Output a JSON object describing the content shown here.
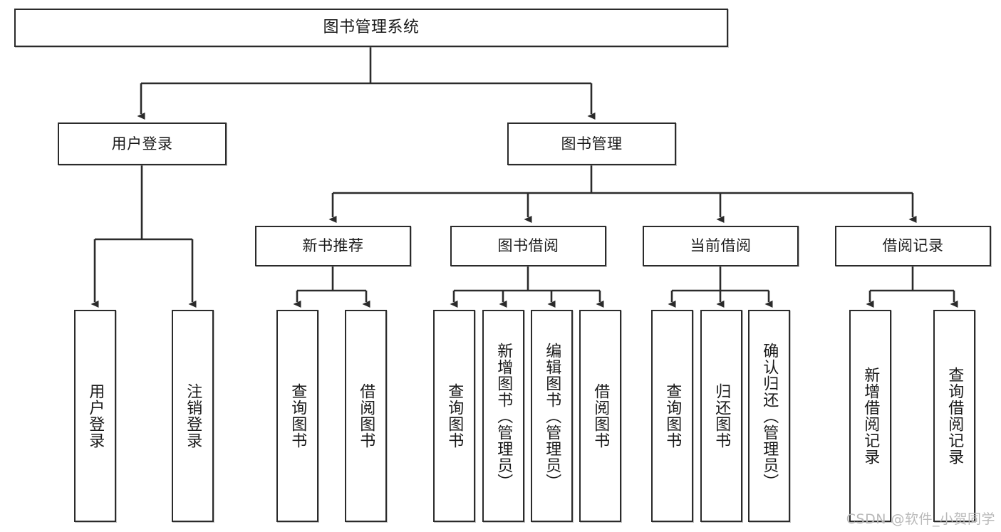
{
  "diagram": {
    "title": "图书管理系统",
    "type": "tree",
    "watermark": "CSDN @软件_小贺同学",
    "colors": {
      "stroke": "#2b2b2b",
      "fill": "#ffffff",
      "text": "#1a1a1a",
      "watermark": "#b9b9b9"
    },
    "nodes": {
      "root": {
        "label": "图书管理系统"
      },
      "level2": [
        {
          "label": "用户登录"
        },
        {
          "label": "图书管理"
        }
      ],
      "level3": [
        {
          "label": "新书推荐"
        },
        {
          "label": "图书借阅"
        },
        {
          "label": "当前借阅"
        },
        {
          "label": "借阅记录"
        }
      ],
      "leaves_user_login": [
        {
          "label": "用户登录"
        },
        {
          "label": "注销登录"
        }
      ],
      "leaves_new_book": [
        {
          "label": "查询图书"
        },
        {
          "label": "借阅图书"
        }
      ],
      "leaves_borrow": [
        {
          "label": "查询图书"
        },
        {
          "label": "新增图书（管理员）"
        },
        {
          "label": "编辑图书（管理员）"
        },
        {
          "label": "借阅图书"
        }
      ],
      "leaves_current": [
        {
          "label": "查询图书"
        },
        {
          "label": "归还图书"
        },
        {
          "label": "确认归还（管理员）"
        }
      ],
      "leaves_record": [
        {
          "label": "新增借阅记录"
        },
        {
          "label": "查询借阅记录"
        }
      ]
    }
  }
}
